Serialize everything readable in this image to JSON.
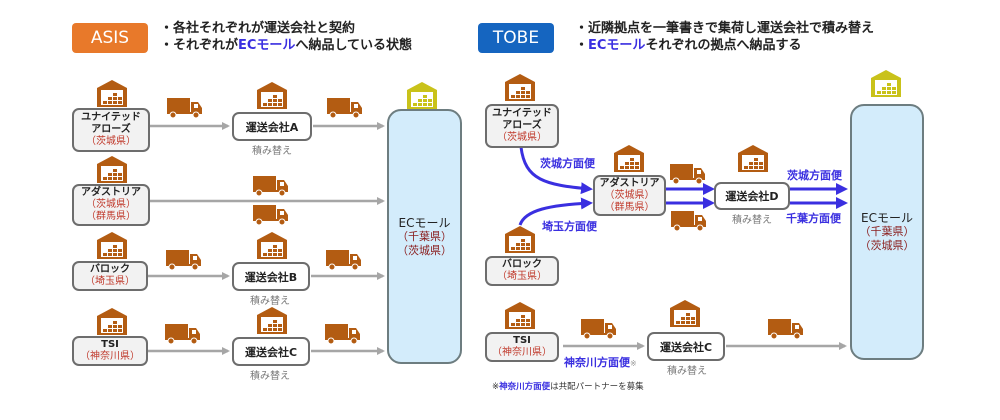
{
  "colors": {
    "asis_badge": "#e8792a",
    "tobe_badge": "#1565c0",
    "highlight": "#3a2fe0",
    "warehouse": "#b35c12",
    "mall_warehouse": "#c9c21a",
    "arrow_gray": "#a6a6a6",
    "arrow_blue": "#3a2fe0",
    "mall_fill": "#d3ecfb"
  },
  "asis": {
    "badge": "ASIS",
    "bullets": [
      {
        "pre": "・各社それぞれが運送会社と契約",
        "hl": "",
        "post": ""
      },
      {
        "pre": "・それぞれが",
        "hl": "ECモール",
        "post": "へ納品している状態"
      }
    ],
    "shippers": [
      {
        "name1": "ユナイテッド",
        "name2": "アローズ",
        "pref": "（茨城県）",
        "pref2": ""
      },
      {
        "name1": "アダストリア",
        "name2": "",
        "pref": "（茨城県）",
        "pref2": "（群馬県）"
      },
      {
        "name1": "バロック",
        "name2": "",
        "pref": "（埼玉県）",
        "pref2": ""
      },
      {
        "name1": "TSI",
        "name2": "",
        "pref": "（神奈川県）",
        "pref2": ""
      }
    ],
    "carriers": [
      {
        "name": "運送会社A",
        "sub": "積み替え"
      },
      {
        "name": "運送会社B",
        "sub": "積み替え"
      },
      {
        "name": "運送会社C",
        "sub": "積み替え"
      }
    ],
    "mall": {
      "name": "ECモール",
      "pref1": "（千葉県）",
      "pref2": "（茨城県）"
    }
  },
  "tobe": {
    "badge": "TOBE",
    "bullets": [
      {
        "pre": "・近隣拠点を一筆書きで集荷し運送会社で積み替え",
        "hl": "",
        "post": ""
      },
      {
        "pre": "・",
        "hl": "ECモール",
        "post": "それぞれの拠点へ納品する"
      }
    ],
    "shippers": [
      {
        "name1": "ユナイテッド",
        "name2": "アローズ",
        "pref": "（茨城県）"
      },
      {
        "name1": "アダストリア",
        "pref": "（茨城県）",
        "pref2": "（群馬県）"
      },
      {
        "name1": "バロック",
        "pref": "（埼玉県）"
      },
      {
        "name1": "TSI",
        "pref": "（神奈川県）"
      }
    ],
    "routes": {
      "ibaraki_in": "茨城方面便",
      "saitama_in": "埼玉方面便",
      "ibaraki_out": "茨城方面便",
      "chiba_out": "千葉方面便",
      "kanagawa": "神奈川方面便",
      "kanagawa_mark": "※"
    },
    "carriers": [
      {
        "name": "運送会社D",
        "sub": "積み替え"
      },
      {
        "name": "運送会社C",
        "sub": "積み替え"
      }
    ],
    "mall": {
      "name": "ECモール",
      "pref1": "（千葉県）",
      "pref2": "（茨城県）"
    },
    "footnote": {
      "pre": "※",
      "hl": "神奈川方面便",
      "post": "は共配パートナーを募集"
    }
  },
  "icons": [
    "warehouse-icon",
    "truck-icon",
    "arrow-right-icon"
  ]
}
